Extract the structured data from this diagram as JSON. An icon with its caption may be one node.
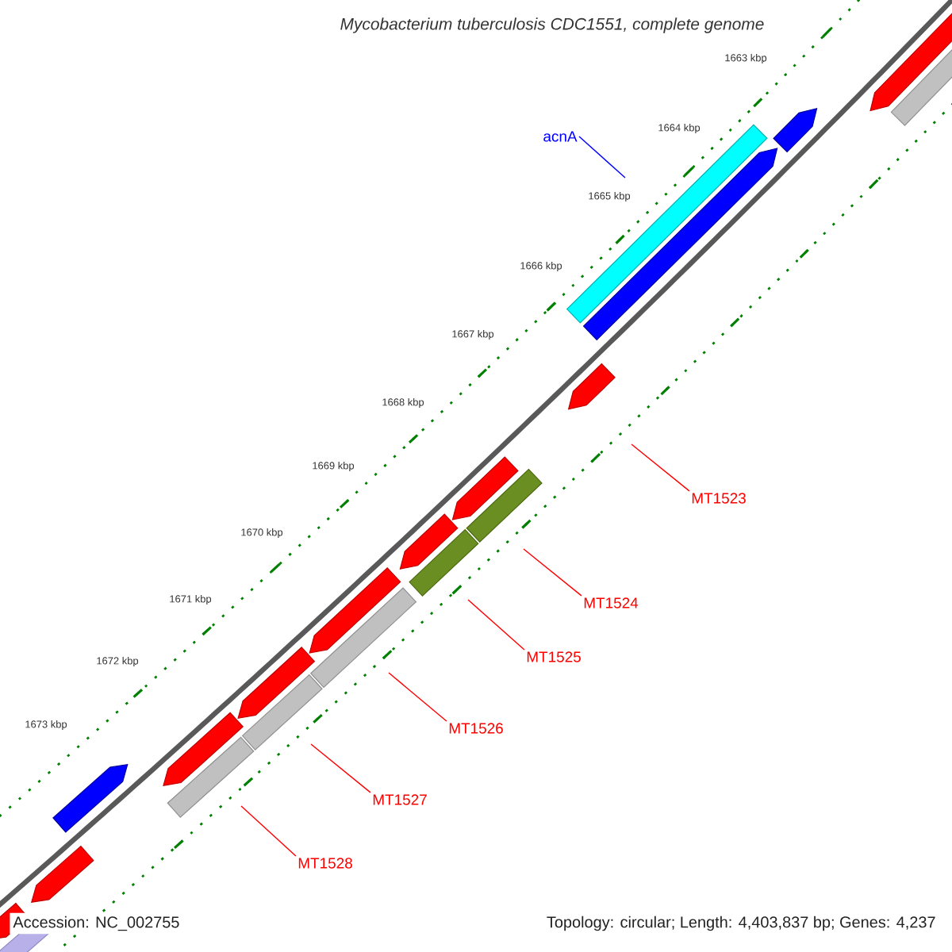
{
  "diagram": {
    "title": "Mycobacterium tuberculosis CDC1551, complete genome",
    "nodes": [
      {
        "text": [
          "acnA"
        ]
      },
      {
        "text": [
          "MT1523"
        ]
      },
      {
        "text": [
          "MT1524"
        ]
      },
      {
        "text": [
          "MT1525"
        ]
      },
      {
        "text": [
          "MT1526"
        ]
      },
      {
        "text": [
          "MT1527"
        ]
      },
      {
        "text": [
          "MT1528"
        ]
      }
    ],
    "edges": [
      {
        "from": 0,
        "to": null,
        "arrow": "none",
        "color": "#0000ff"
      },
      {
        "from": 1,
        "to": null,
        "arrow": "none"
      },
      {
        "from": 2,
        "to": null,
        "arrow": "none"
      },
      {
        "from": 3,
        "to": null,
        "arrow": "none"
      },
      {
        "from": 4,
        "to": null,
        "arrow": "none"
      },
      {
        "from": 5,
        "to": null,
        "arrow": "none"
      },
      {
        "from": 6,
        "to": null,
        "arrow": "none"
      }
    ],
    "labels": [
      "1663 kbp",
      "1664 kbp",
      "1665 kbp",
      "1666 kbp",
      "1667 kbp",
      "1668 kbp",
      "1669 kbp",
      "1670 kbp",
      "1671 kbp",
      "1672 kbp",
      "1673 kbp",
      "Accession: NC_002755",
      "Topology: circular; Length: 4,403,837 bp; Genes: 4,237"
    ]
  }
}
